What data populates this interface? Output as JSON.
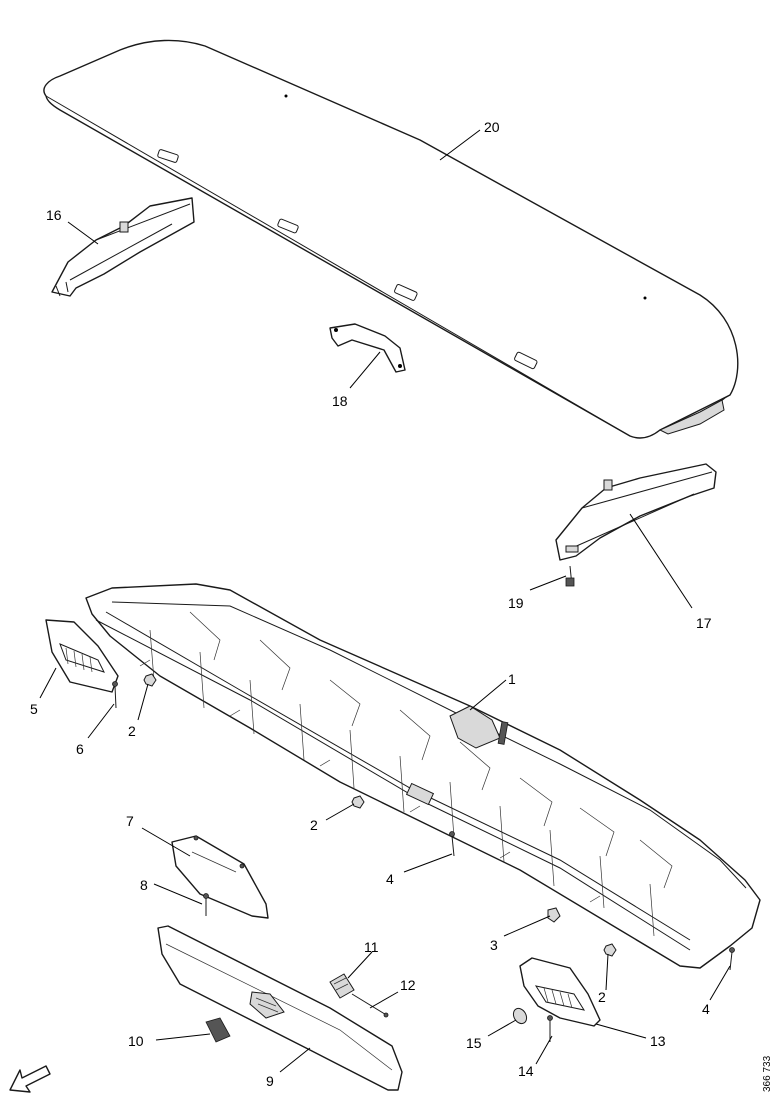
{
  "drawing_reference": "366 733",
  "callouts": [
    {
      "id": "c1",
      "label": "1"
    },
    {
      "id": "c2a",
      "label": "2"
    },
    {
      "id": "c2b",
      "label": "2"
    },
    {
      "id": "c2c",
      "label": "2"
    },
    {
      "id": "c3",
      "label": "3"
    },
    {
      "id": "c4a",
      "label": "4"
    },
    {
      "id": "c4b",
      "label": "4"
    },
    {
      "id": "c5",
      "label": "5"
    },
    {
      "id": "c6",
      "label": "6"
    },
    {
      "id": "c7",
      "label": "7"
    },
    {
      "id": "c8",
      "label": "8"
    },
    {
      "id": "c9",
      "label": "9"
    },
    {
      "id": "c10",
      "label": "10"
    },
    {
      "id": "c11",
      "label": "11"
    },
    {
      "id": "c12",
      "label": "12"
    },
    {
      "id": "c13",
      "label": "13"
    },
    {
      "id": "c14",
      "label": "14"
    },
    {
      "id": "c15",
      "label": "15"
    },
    {
      "id": "c16",
      "label": "16"
    },
    {
      "id": "c17",
      "label": "17"
    },
    {
      "id": "c18",
      "label": "18"
    },
    {
      "id": "c19",
      "label": "19"
    },
    {
      "id": "c20",
      "label": "20"
    }
  ]
}
